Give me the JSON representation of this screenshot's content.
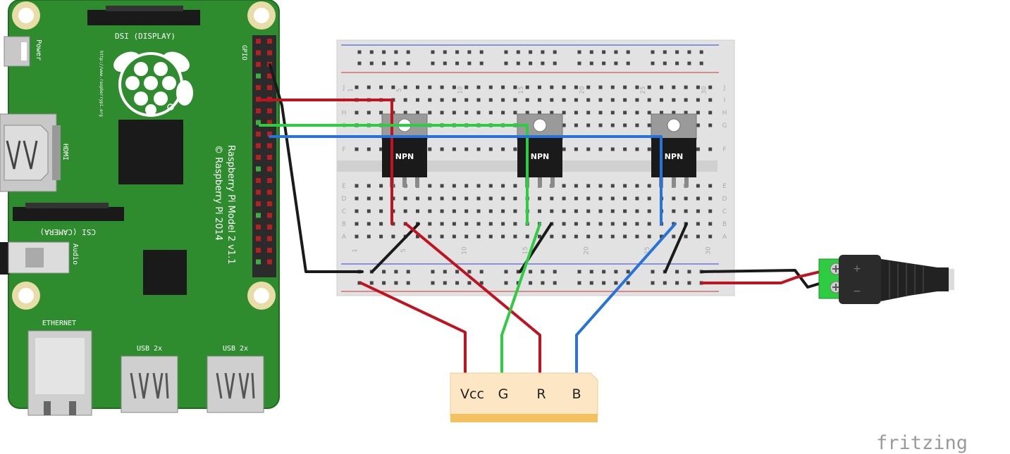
{
  "rpi": {
    "model_line1": "Raspberry Pi Model 2 v1.1",
    "model_line2": "© Raspberry Pi 2014",
    "url": "http://www.raspberrypi.org",
    "dsi_label": "DSI (DISPLAY)",
    "csi_label": "CSI (CAMERA)",
    "power_label": "Power",
    "hdmi_label": "HDMI",
    "audio_label": "Audio",
    "gpio_label": "GPIO",
    "ethernet_label": "ETHERNET",
    "usb1_label": "USB 2x",
    "usb2_label": "USB 2x",
    "board_color": "#2e8b2e"
  },
  "breadboard": {
    "col_numbers": [
      "1",
      "5",
      "10",
      "15",
      "20",
      "25",
      "30"
    ],
    "rows_top": [
      "J",
      "I",
      "H",
      "G",
      "F"
    ],
    "rows_bottom": [
      "E",
      "D",
      "C",
      "B",
      "A"
    ]
  },
  "transistors": [
    {
      "label": "NPN"
    },
    {
      "label": "NPN"
    },
    {
      "label": "NPN"
    }
  ],
  "led_strip": {
    "pins": [
      "Vcc",
      "G",
      "R",
      "B"
    ]
  },
  "dc_jack": {
    "plus": "+",
    "minus": "−"
  },
  "wires": {
    "red": "#c1121f",
    "green": "#2ecc40",
    "blue": "#2673d9",
    "black": "#1a1a1a"
  },
  "brand": "fritzing"
}
